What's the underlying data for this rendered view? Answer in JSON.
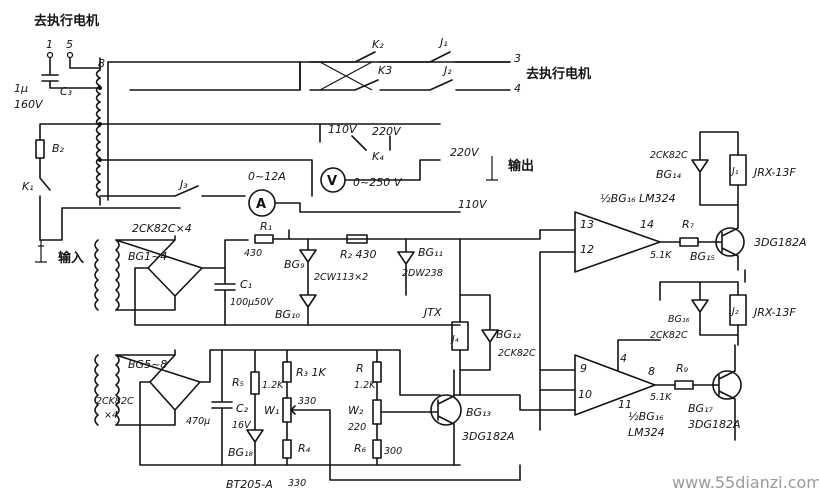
{
  "labels": {
    "title_motor": "去执行电机",
    "term_1": "1",
    "term_5": "5",
    "term_8": "8",
    "term_3": "3",
    "term_4": "4",
    "motor_right": "去执行电机",
    "k2": "K₂",
    "k3": "K3",
    "j1": "J₁",
    "j2": "J₂",
    "c3_val": "1μ",
    "c3_name": "C₃",
    "c3_v": "160V",
    "fuse": "B₂",
    "k1": "K₁",
    "input": "输入",
    "v110a": "110V",
    "v220a": "220V",
    "k4": "K₄",
    "v220b": "220V",
    "output": "输出",
    "j3": "J₃",
    "amm_range": "0~12A",
    "amm_sym": "A",
    "volt_sym": "V",
    "volt_range": "0~250",
    "v_unit": "V",
    "v110b": "110V",
    "rect1_part": "2CK82C×4",
    "bg1": "BG1~4",
    "r1": "R₁",
    "r1_val": "430",
    "c1": "C₁",
    "c1_val": "100μ50V",
    "bg9": "BG₉",
    "zener": "2CW113×2",
    "bg10": "BG₁₀",
    "r2": "R₂ 430",
    "bg11": "BG₁₁",
    "zener2": "2DW238",
    "jtx": "JTX",
    "j4": "J₄",
    "bg12": "BG₁₂",
    "bg12_part": "2CK82C",
    "op1_part": "½BG₁₆ LM324",
    "op1_pin13": "13",
    "op1_pin12": "12",
    "op1_pin14": "14",
    "r7": "R₇",
    "r7_val": "5.1K",
    "bg15": "BG₁₅",
    "tr1_part": "3DG182A",
    "d_bg14_part": "2CK82C",
    "bg14": "BG₁₄",
    "jr1": "J₁",
    "relay1_part": "JRX-13F",
    "relay2_part": "JRX-13F",
    "jr2": "J₂",
    "bg13b": "BG₁₆",
    "d_part2": "2CK82C",
    "bg5": "BG5~8",
    "rect2_part": "2CK82C",
    "rect2_x4": "×4",
    "r5": "R₅",
    "r5_val": "1.2K",
    "c2": "C₂",
    "c2_val": "470μ",
    "c2_v": "16V",
    "bg_zener": "BG₁₈",
    "bt205": "BT205-A",
    "r3": "R₃ 1K",
    "w1": "W₁",
    "r4": "R₄",
    "val330a": "330",
    "val330b": "330",
    "rx_top": "R",
    "rx_val": "1.2K",
    "w2": "W₂",
    "w2_val": "220",
    "r6": "R₆",
    "r6_val": "300",
    "bg13": "BG₁₃",
    "tr3_part": "3DG182A",
    "op2_pin9": "9",
    "op2_pin10": "10",
    "op2_pin4": "4",
    "op2_pin8": "8",
    "op2_pin11": "11",
    "op2_part_a": "½BG₁₆",
    "op2_part_b": "LM324",
    "r9": "R₉",
    "r9_val": "5.1K",
    "bg17": "BG₁₇",
    "tr2_part": "3DG182A",
    "watermark": "www.55dianzi.com"
  }
}
